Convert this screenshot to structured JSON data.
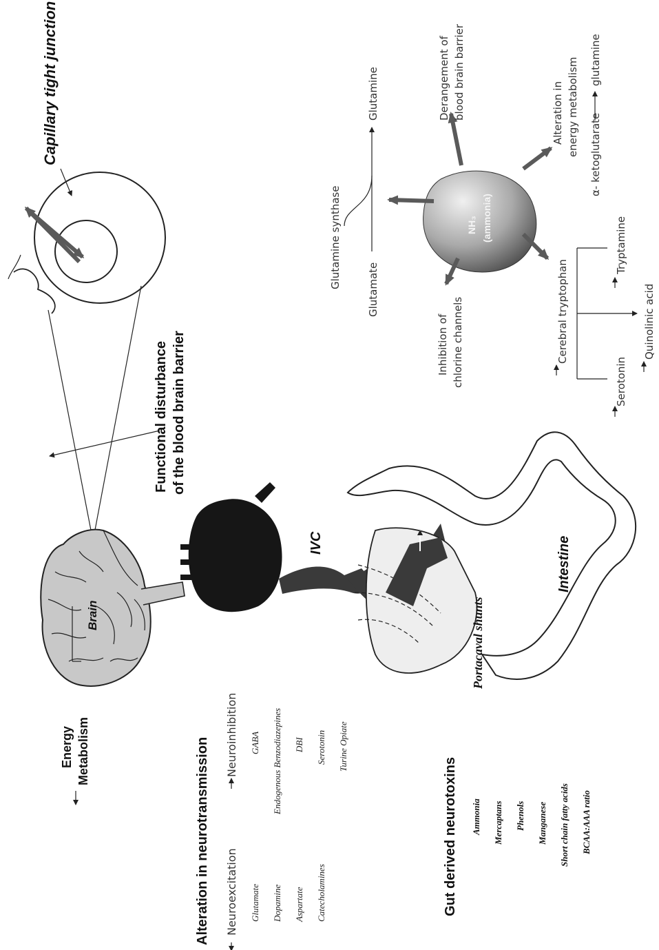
{
  "colors": {
    "ink": "#111111",
    "brain_fill": "#c8c8c8",
    "heart_fill": "#161616",
    "vessel_fill": "#3a3a3a",
    "liver_fill": "#eeeeee",
    "arrow_gray": "#5a5a5a",
    "ammonia_gradient_light": "#e8e8e8",
    "ammonia_gradient_dark": "#5a5a5a"
  },
  "icons": {
    "brain": "brain-icon",
    "heart": "heart-icon",
    "liver": "liver-icon",
    "intestine": "intestine-icon",
    "capillary": "capillary-ring-icon",
    "ammonia": "ammonia-sphere-icon"
  },
  "labels": {
    "capillary_tight_junction": "Capillary tight junction",
    "functional_disturbance_line1": "Functional disturbance",
    "functional_disturbance_line2": "of the blood brain barrier",
    "energy": "Energy",
    "metabolism": "Metabolism",
    "brain": "Brain",
    "ivc": "IVC",
    "intestine": "Intestine",
    "portacaval_shunts": "Portacaval shunts"
  },
  "ammonia": {
    "symbol": "NH₃",
    "name": "(ammonia)",
    "glutamate": "Glutamate",
    "glutamine_synthase": "Glutamine synthase",
    "glutamine": "Glutamine",
    "derangement_line1": "Derangement of",
    "derangement_line2": "blood brain barrier",
    "alteration_line1": "Alteration in",
    "alteration_line2": "energy metabolism",
    "alpha_ketoglutarate": "α- ketoglutarate",
    "glutamine_product": "glutamine",
    "inhibition_line1": "Inhibition of",
    "inhibition_line2": "chlorine channels",
    "cerebral_tryptophan": "Cerebral tryptophan",
    "serotonin": "Serotonin",
    "quinolinic_acid": "Quinolinic acid",
    "tryptamine": "Tryptamine"
  },
  "neurotransmission": {
    "title": "Alteration in neurotransmission",
    "excitation_header": "Neuroexcitation",
    "excitation_items": [
      "Glutamate",
      "Dopamine",
      "Aspartate",
      "Catecholamines"
    ],
    "inhibition_header": "Neuroinhibition",
    "inhibition_items": [
      "GABA",
      "Endogenous Benzodiazepines",
      "DBI",
      "Serotonin",
      "Turine Opiate"
    ]
  },
  "neurotoxins": {
    "title": "Gut derived neurotoxins",
    "items": [
      "Ammonia",
      "Mercaptans",
      "Phenols",
      "Manganese",
      "Short chain fatty acids",
      "BCAA:AAA ratio"
    ]
  }
}
